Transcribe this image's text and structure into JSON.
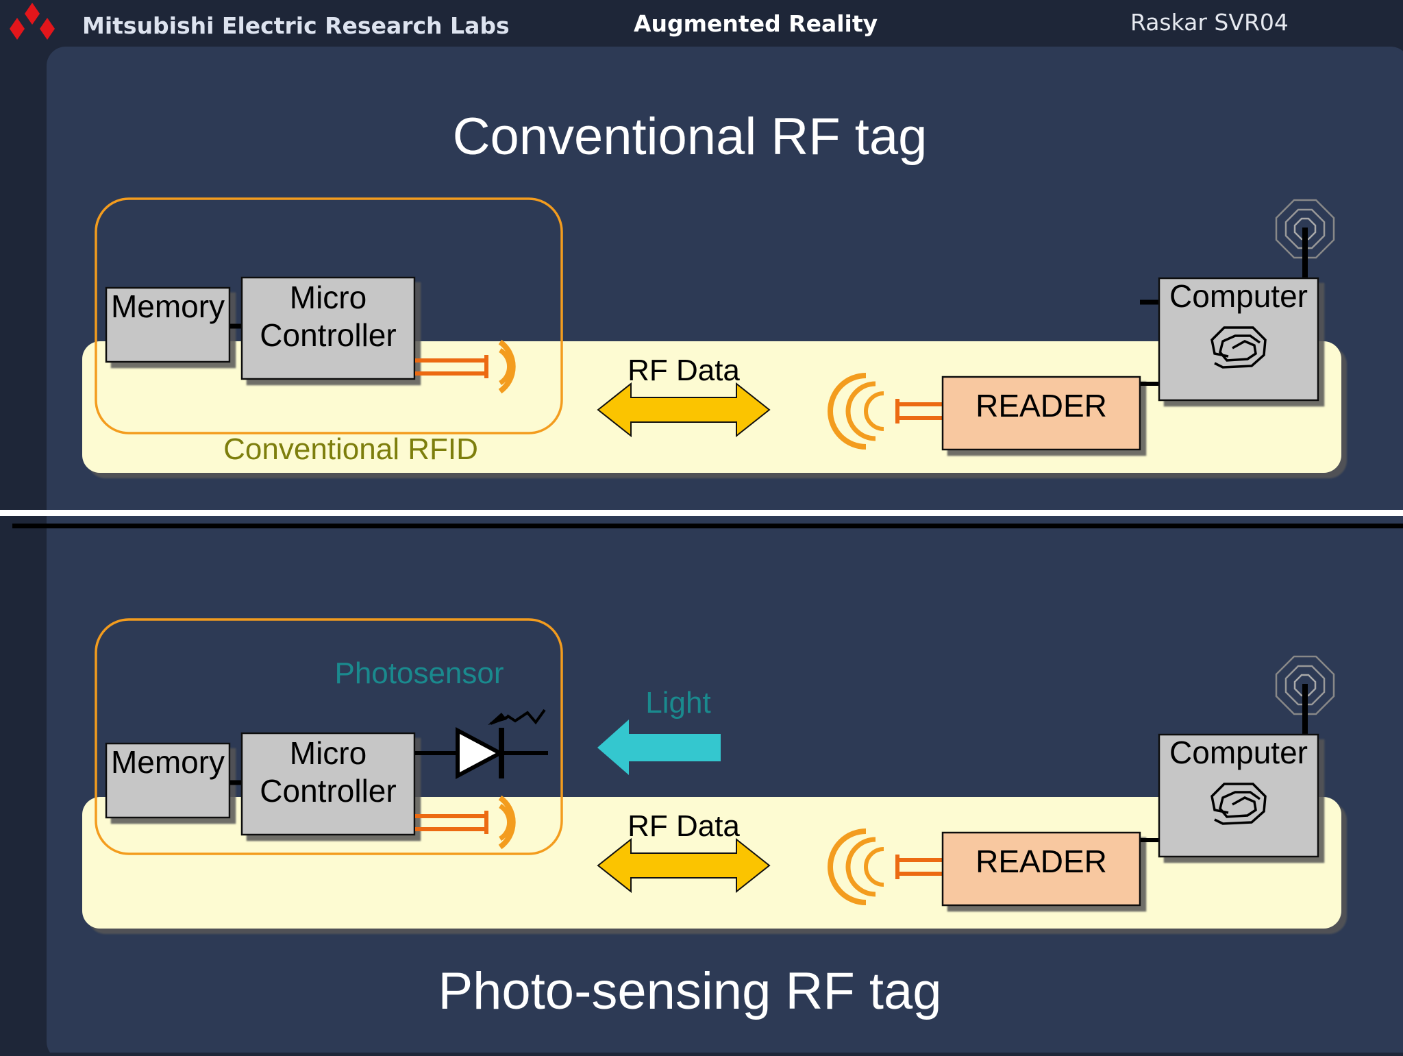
{
  "header": {
    "org": "Mitsubishi Electric Research Labs",
    "topic": "Augmented Reality",
    "ref": "Raskar SVR04"
  },
  "top": {
    "title": "Conventional RF tag",
    "memory": "Memory",
    "micro_line1": "Micro",
    "micro_line2": "Controller",
    "rf_data": "RF Data",
    "reader": "READER",
    "computer": "Computer",
    "rfid_label": "Conventional RFID"
  },
  "bottom": {
    "title": "Photo-sensing RF tag",
    "memory": "Memory",
    "micro_line1": "Micro",
    "micro_line2": "Controller",
    "photosensor": "Photosensor",
    "light": "Light",
    "rf_data": "RF Data",
    "reader": "READER",
    "computer": "Computer"
  },
  "colors": {
    "background": "#2d3a55",
    "band": "#fdfbd2",
    "orange": "#f39c1e",
    "orange_dark": "#ec6a12",
    "reader_fill": "#f8c8a0",
    "box_fill": "#c6c6c6",
    "arrow_yellow": "#fbc400",
    "light_arrow": "#34c7cf",
    "photosensor_text": "#1a8a8e",
    "rfid_text": "#7d7e0c"
  }
}
